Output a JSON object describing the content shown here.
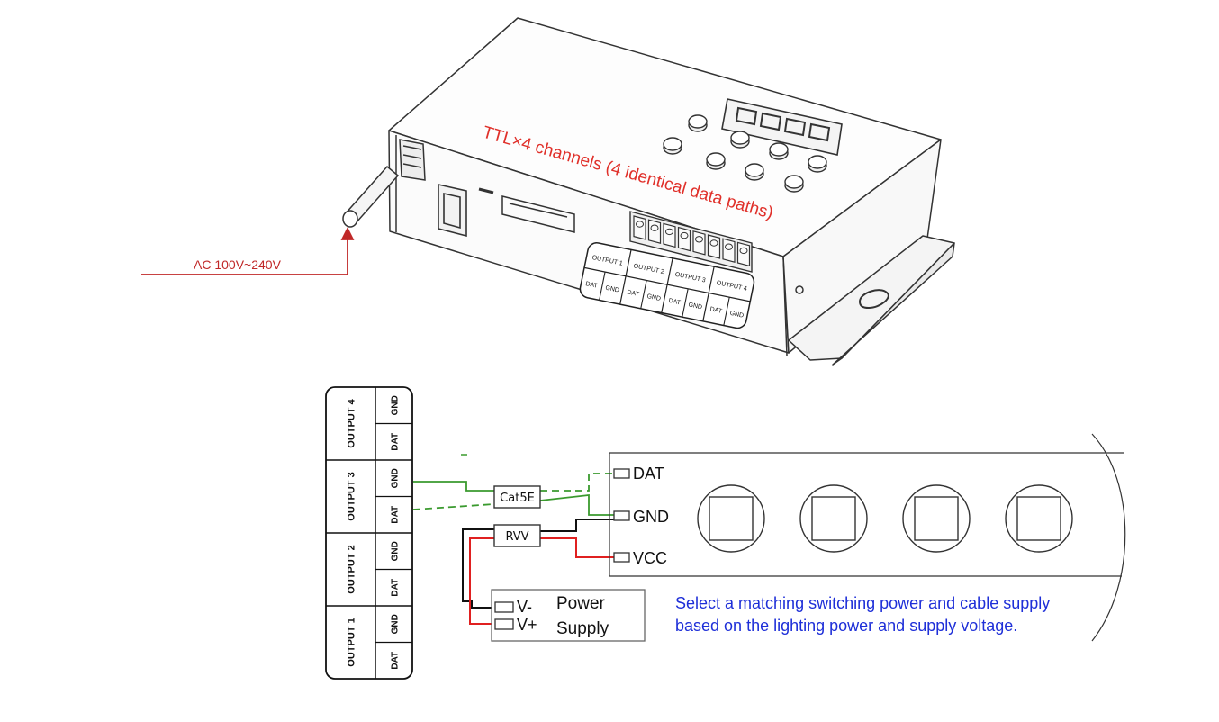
{
  "controller": {
    "channels_note": "TTL×4 channels (4 identical data paths)",
    "ac_input_label": "AC 100V~240V",
    "terminal_block": {
      "outputs": [
        {
          "name": "OUTPUT 1",
          "pins": [
            "DAT",
            "GND"
          ]
        },
        {
          "name": "OUTPUT 2",
          "pins": [
            "DAT",
            "GND"
          ]
        },
        {
          "name": "OUTPUT 3",
          "pins": [
            "DAT",
            "GND"
          ]
        },
        {
          "name": "OUTPUT 4",
          "pins": [
            "DAT",
            "GND"
          ]
        }
      ]
    }
  },
  "wiring": {
    "vertical_block": {
      "outputs": [
        {
          "name": "OUTPUT 4",
          "pins": [
            "GND",
            "DAT"
          ]
        },
        {
          "name": "OUTPUT 3",
          "pins": [
            "GND",
            "DAT"
          ]
        },
        {
          "name": "OUTPUT 2",
          "pins": [
            "GND",
            "DAT"
          ]
        },
        {
          "name": "OUTPUT 1",
          "pins": [
            "GND",
            "DAT"
          ]
        }
      ]
    },
    "cable_data": "Cat5E",
    "cable_power": "RVV",
    "strip_terminals": [
      "DAT",
      "GND",
      "VCC"
    ],
    "power_supply": {
      "terminals": [
        "V-",
        "V+"
      ],
      "label_line1": "Power",
      "label_line2": "Supply"
    },
    "note_line1": "Select a matching switching power and cable supply",
    "note_line2": "based on the lighting power and supply voltage.",
    "led_count": 4
  },
  "colors": {
    "annotation_red": "#e0302a",
    "note_blue": "#1e2fd8",
    "wire_green": "#3a9a2e",
    "wire_red": "#e02020",
    "wire_black": "#111111"
  }
}
